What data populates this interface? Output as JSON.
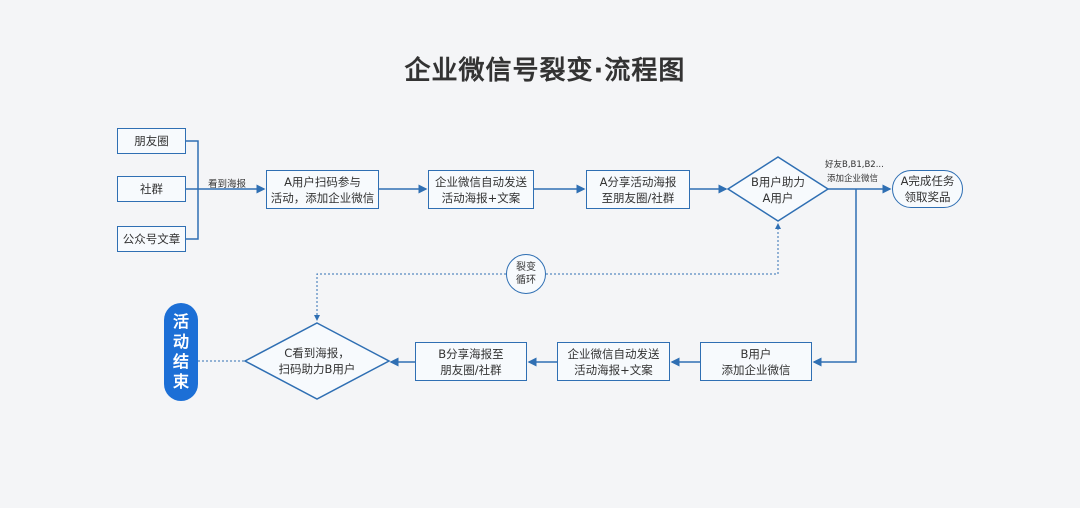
{
  "title": "企业微信号裂变·流程图",
  "sources": [
    "朋友圈",
    "社群",
    "公众号文章"
  ],
  "edge_see_poster": "看到海报",
  "top_flow": {
    "a_scan": "A用户扫码参与\n活动，添加企业微信",
    "auto_send": "企业微信自动发送\n活动海报+文案",
    "a_share": "A分享活动海报\n至朋友圈/社群",
    "b_help": "B用户助力\nA用户",
    "friends_label_1": "好友B,B1,B2...",
    "friends_label_2": "添加企业微信",
    "a_complete": "A完成任务\n领取奖品"
  },
  "bottom_flow": {
    "b_add": "B用户\n添加企业微信",
    "auto_send": "企业微信自动发送\n活动海报+文案",
    "b_share": "B分享海报至\n朋友圈/社群",
    "c_see": "C看到海报，\n扫码助力B用户"
  },
  "loop": "裂变\n循环",
  "end": "活\n动\n结\n束",
  "colors": {
    "line": "#2f6fb3",
    "end_fill": "#1c6fd6"
  }
}
